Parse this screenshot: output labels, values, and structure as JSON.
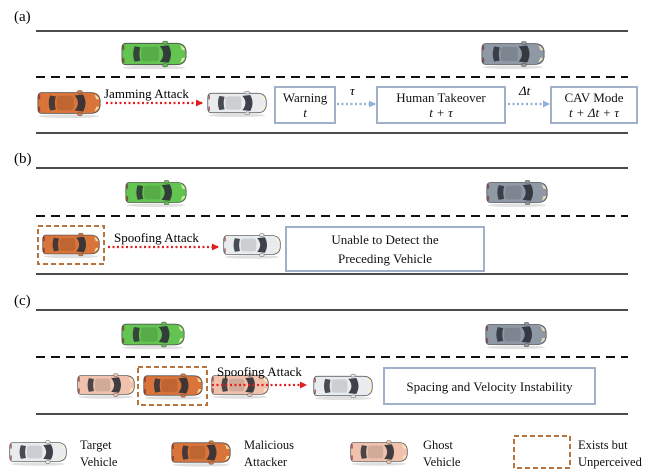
{
  "panels": {
    "a": {
      "label": "(a)",
      "attack_label": "Jamming Attack",
      "warning_box": {
        "title": "Warning",
        "sub": "t"
      },
      "tau_label": "τ",
      "takeover_box": {
        "title": "Human Takeover",
        "sub": "t + τ"
      },
      "delta_label": "Δt",
      "cav_box": {
        "title": "CAV Mode",
        "sub": "t + Δt + τ"
      }
    },
    "b": {
      "label": "(b)",
      "attack_label": "Spoofing Attack",
      "result_box": {
        "line1": "Unable to Detect the",
        "line2": "Preceding Vehicle"
      }
    },
    "c": {
      "label": "(c)",
      "attack_label": "Spoofing Attack",
      "result_box": "Spacing and Velocity Instability"
    }
  },
  "legend": [
    {
      "icon": "target-vehicle-icon",
      "line1": "Target",
      "line2": "Vehicle"
    },
    {
      "icon": "malicious-attacker-icon",
      "line1": "Malicious",
      "line2": "Attacker"
    },
    {
      "icon": "ghost-vehicle-icon",
      "line1": "Ghost",
      "line2": "Vehicle"
    },
    {
      "icon": "dashed-box-icon",
      "line1": "Exists but",
      "line2": "Unperceived"
    }
  ],
  "colors": {
    "target": "#e9ecef",
    "attacker": "#d9743a",
    "ghost": "#f0c2ad",
    "green_car": "#63c452",
    "gray_car": "#8f98a5",
    "attack_arrow": "#e02020",
    "flow_arrow": "#8fb1d8",
    "box_border": "#9fb0c8",
    "dashed_box": "#b8743d"
  }
}
